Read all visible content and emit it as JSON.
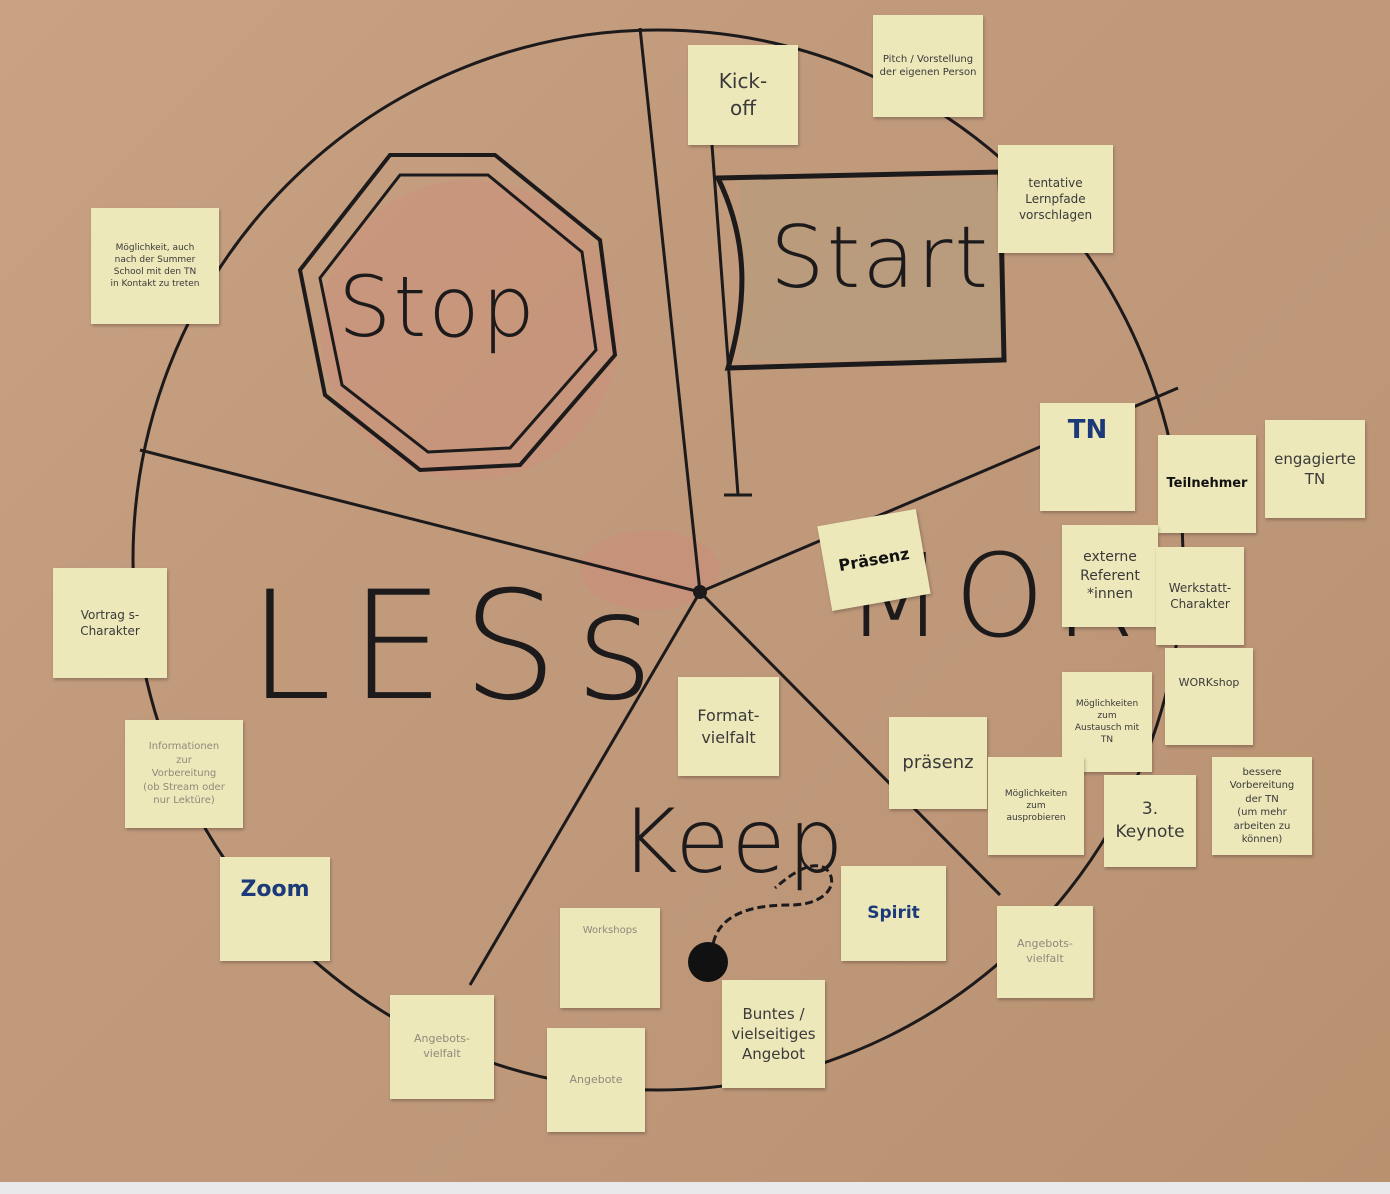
{
  "board": {
    "sections": {
      "stop": "Stop",
      "start": "Start",
      "less": "LESs",
      "more": "MORE",
      "keep": "Keep"
    },
    "notes": {
      "kickoff": "Kick-\noff",
      "pitch": "Pitch / Vorstellung\nder eigenen Person",
      "lernpfade": "tentative\nLernpfade\nvorschlagen",
      "moeglichkeit": "Möglichkeit, auch\nnach der Summer\nSchool mit den TN\nin Kontakt zu treten",
      "vortrag": "Vortrag s-\nCharakter",
      "informationen": "Informationen\nzur\nVorbereitung\n(ob Stream oder\nnur Lektüre)",
      "zoom": "Zoom",
      "tn": "TN",
      "teilnehmer": "Teilnehmer",
      "engagierte": "engagierte\nTN",
      "praesenz_more": "Präsenz",
      "externe": "externe\nReferent\n*innen",
      "werkstatt": "Werkstatt-\nCharakter",
      "moeglichkeiten_austausch": "Möglichkeiten zum\nAustausch mit\nTN",
      "workshop": "WORKshop",
      "formatvielfalt": "Format-\nvielfalt",
      "praesenz_keep": "präsenz",
      "moeglichkeiten_ausprobieren": "Möglichkeiten zum\nausprobieren",
      "keynote": "3.\nKeynote",
      "bessere_vorbereitung": "bessere\nVorbereitung\nder TN\n(um mehr\narbeiten zu können)",
      "spirit": "Spirit",
      "angebotsvielfalt_right": "Angebots-\nvielfalt",
      "workshops": "Workshops",
      "buntes": "Buntes /\nvielseitiges\nAngebot",
      "angebotsvielfalt_left": "Angebots-\nvielfalt",
      "angebote": "Angebote"
    }
  },
  "colors": {
    "paper": "#c19a7b",
    "ink": "#1d1a1c",
    "sticky": "#ece8b9",
    "blue_ink": "#1c3a7a"
  }
}
